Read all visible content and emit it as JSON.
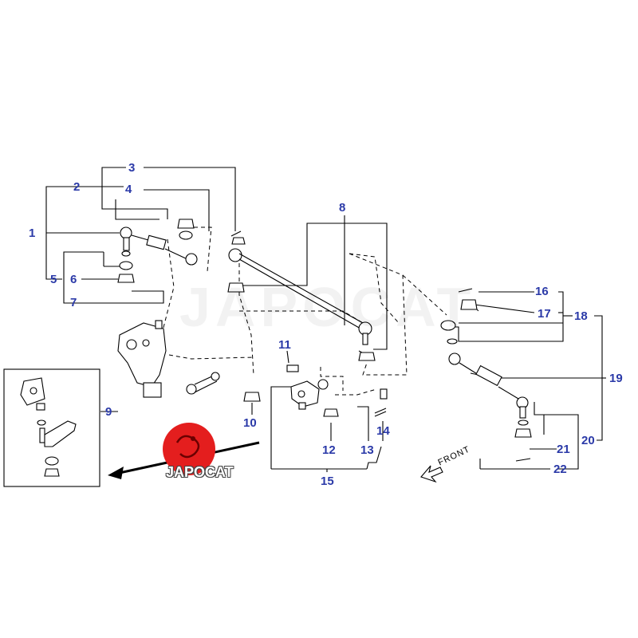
{
  "callouts": {
    "c1": "1",
    "c2": "2",
    "c3": "3",
    "c4": "4",
    "c5": "5",
    "c6": "6",
    "c7": "7",
    "c8": "8",
    "c9": "9",
    "c10": "10",
    "c11": "11",
    "c12": "12",
    "c13": "13",
    "c14": "14",
    "c15": "15",
    "c16": "16",
    "c17": "17",
    "c18": "18",
    "c19": "19",
    "c20": "20",
    "c21": "21",
    "c22": "22"
  },
  "front_label": "FRONT",
  "watermark": "JAPOCAT",
  "logo": {
    "brand": "JAPOCAT",
    "color": "#e41e1e"
  },
  "colors": {
    "callout": "#2b3aa8",
    "line": "#000000"
  }
}
